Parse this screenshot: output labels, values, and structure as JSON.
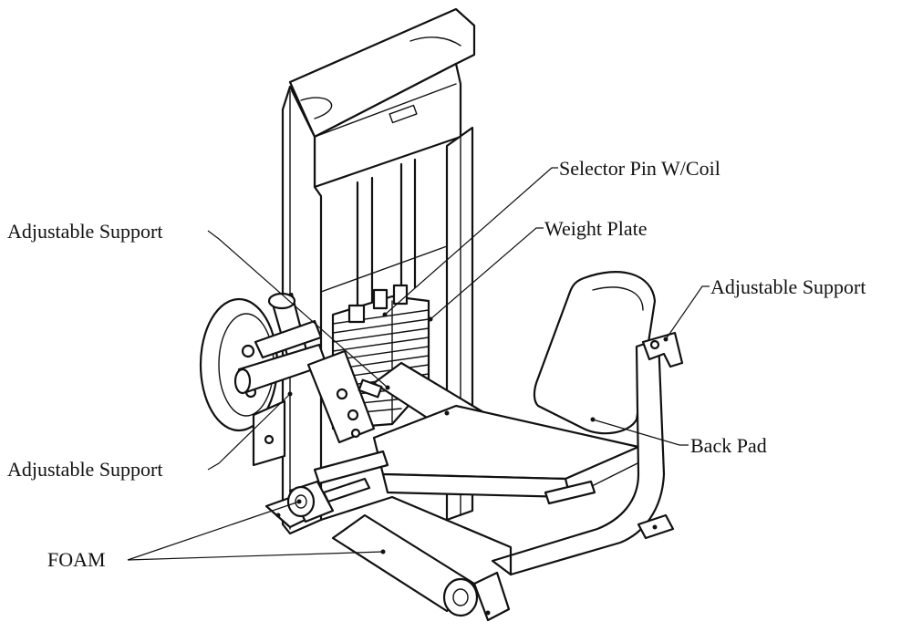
{
  "labels": {
    "selector_pin": "Selector Pin W/Coil",
    "weight_plate": "Weight Plate",
    "adjustable_support_top_left": "Adjustable Support",
    "adjustable_support_right": "Adjustable Support",
    "adjustable_support_bottom_left": "Adjustable Support",
    "back_pad": "Back Pad",
    "foam": "FOAM"
  }
}
